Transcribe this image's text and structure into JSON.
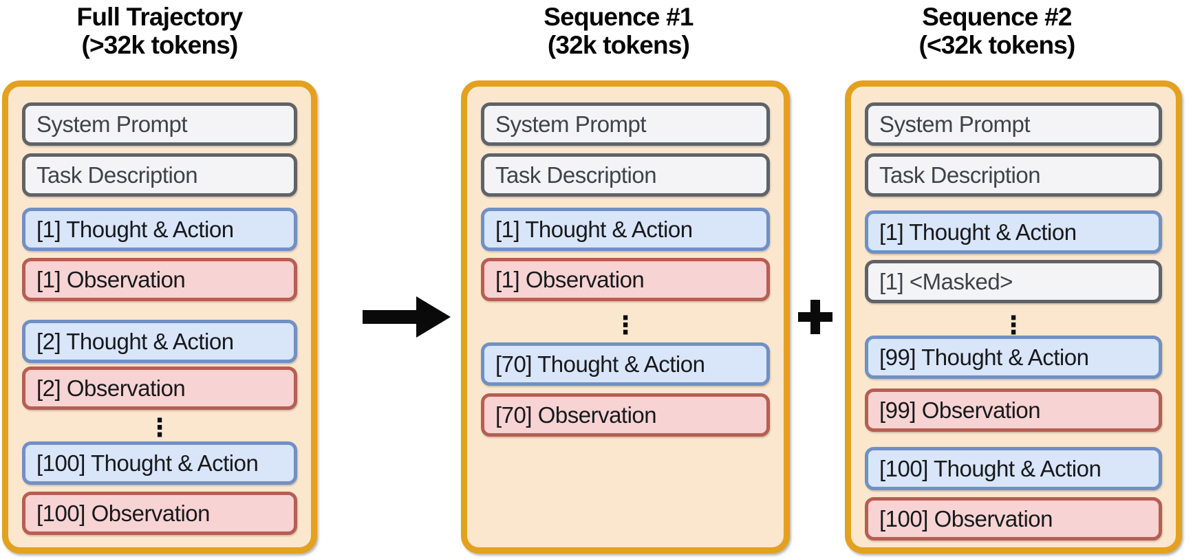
{
  "figure": {
    "columns": [
      {
        "title_line1": "Full Trajectory",
        "title_line2": "(>32k tokens)",
        "boxes": [
          {
            "label": "System Prompt",
            "style": "neutral"
          },
          {
            "label": "Task Description",
            "style": "neutral"
          },
          {
            "label": "[1] Thought & Action",
            "style": "thought"
          },
          {
            "label": "[1] Observation",
            "style": "observation"
          },
          {
            "label": "[2] Thought & Action",
            "style": "thought"
          },
          {
            "label": "[2] Observation",
            "style": "observation"
          },
          {
            "label": "⋮",
            "style": "ellipsis"
          },
          {
            "label": "[100] Thought & Action",
            "style": "thought"
          },
          {
            "label": "[100] Observation",
            "style": "observation"
          }
        ]
      },
      {
        "title_line1": "Sequence #1",
        "title_line2": "(32k tokens)",
        "boxes": [
          {
            "label": "System Prompt",
            "style": "neutral"
          },
          {
            "label": "Task Description",
            "style": "neutral"
          },
          {
            "label": "[1] Thought & Action",
            "style": "thought"
          },
          {
            "label": "[1] Observation",
            "style": "observation"
          },
          {
            "label": "⋮",
            "style": "ellipsis"
          },
          {
            "label": "[70] Thought & Action",
            "style": "thought"
          },
          {
            "label": "[70] Observation",
            "style": "observation"
          }
        ]
      },
      {
        "title_line1": "Sequence #2",
        "title_line2": "(<32k tokens)",
        "boxes": [
          {
            "label": "System Prompt",
            "style": "neutral"
          },
          {
            "label": "Task Description",
            "style": "neutral"
          },
          {
            "label": "[1] Thought & Action",
            "style": "thought"
          },
          {
            "label": "[1] <Masked>",
            "style": "neutral"
          },
          {
            "label": "⋮",
            "style": "ellipsis"
          },
          {
            "label": "[99] Thought & Action",
            "style": "thought"
          },
          {
            "label": "[99] Observation",
            "style": "observation"
          },
          {
            "label": "[100] Thought & Action",
            "style": "thought"
          },
          {
            "label": "[100] Observation",
            "style": "observation"
          }
        ]
      }
    ],
    "operators": {
      "between_col1_col2": "arrow-right",
      "between_col2_col3": "plus"
    },
    "colors": {
      "container_border": "#E3A11F",
      "container_fill": "#FBE7CE",
      "neutral_border": "#5F6368",
      "neutral_fill": "#F4F4F6",
      "thought_border": "#7090C5",
      "thought_fill": "#D9E5F8",
      "observation_border": "#B75E52",
      "observation_fill": "#F7D3D3",
      "operator_color": "#0A0A0A"
    }
  }
}
